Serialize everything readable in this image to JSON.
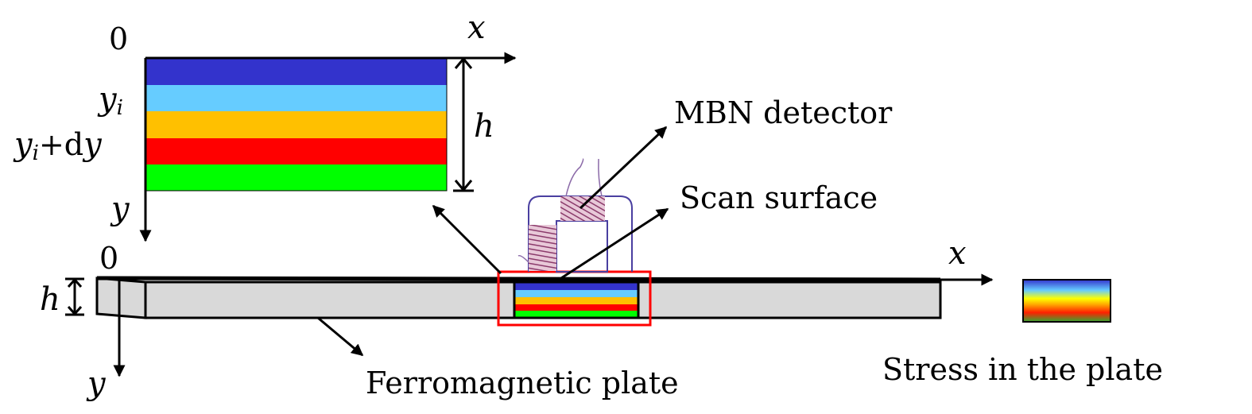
{
  "inset": {
    "origin": "0",
    "x_axis": "x",
    "y_axis": "y",
    "height": "h",
    "yi_base": "y",
    "yi_sub": "i",
    "yi_dy_suffix": "+d",
    "yi_dy_y": "y",
    "band_colors": [
      "#3333cc",
      "#66ccff",
      "#ffc000",
      "#ff0000",
      "#00ff00"
    ]
  },
  "plate": {
    "origin": "0",
    "x_axis": "x",
    "y_axis": "y",
    "height": "h",
    "label": "Ferromagnetic plate",
    "fill": "#d9d9d9"
  },
  "detector": {
    "label": "MBN detector",
    "coil_color": "#8b3a6b",
    "core_color": "#4a3fa0"
  },
  "scan": {
    "label": "Scan surface",
    "highlight_color": "#ff0000"
  },
  "legend": {
    "label": "Stress in the plate"
  }
}
